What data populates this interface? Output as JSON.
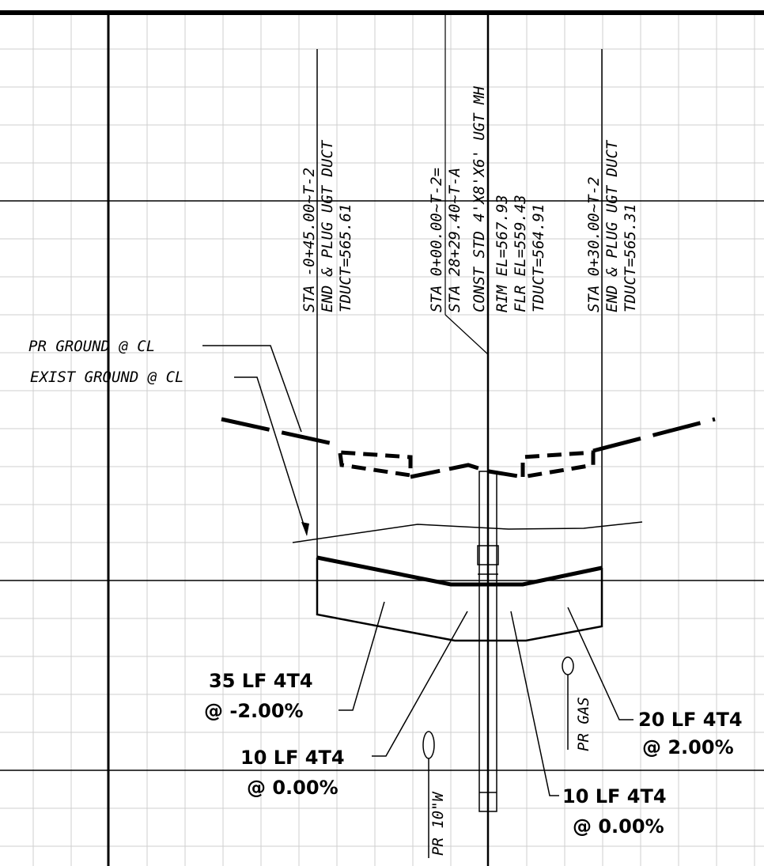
{
  "stations": [
    {
      "id": "end-plug-left",
      "lines": [
        "STA -0+45.00~T-2",
        "END & PLUG UGT DUCT",
        "TDUCT=565.61"
      ]
    },
    {
      "id": "manhole",
      "lines": [
        "STA 0+00.00~T-2=",
        "STA 28+29.40~T-A",
        "CONST STD 4'X8'X6' UGT MH",
        "RIM EL=567.93",
        "FLR EL=559.43",
        "TDUCT=564.91"
      ]
    },
    {
      "id": "end-plug-right",
      "lines": [
        "STA 0+30.00~T-2",
        "END & PLUG UGT DUCT",
        "TDUCT=565.31"
      ]
    }
  ],
  "ground_labels": {
    "proposed": "PR GROUND @ CL",
    "existing": "EXIST GROUND @ CL"
  },
  "utilities": {
    "water": "PR 10\"W",
    "gas": "PR GAS"
  },
  "duct_segments": [
    {
      "length": "35 LF 4T4",
      "slope": "@  -2.00%"
    },
    {
      "length": "10 LF 4T4",
      "slope": "@  0.00%"
    },
    {
      "length": "10 LF 4T4",
      "slope": "@  0.00%"
    },
    {
      "length": "20 LF 4T4",
      "slope": "@  2.00%"
    }
  ]
}
